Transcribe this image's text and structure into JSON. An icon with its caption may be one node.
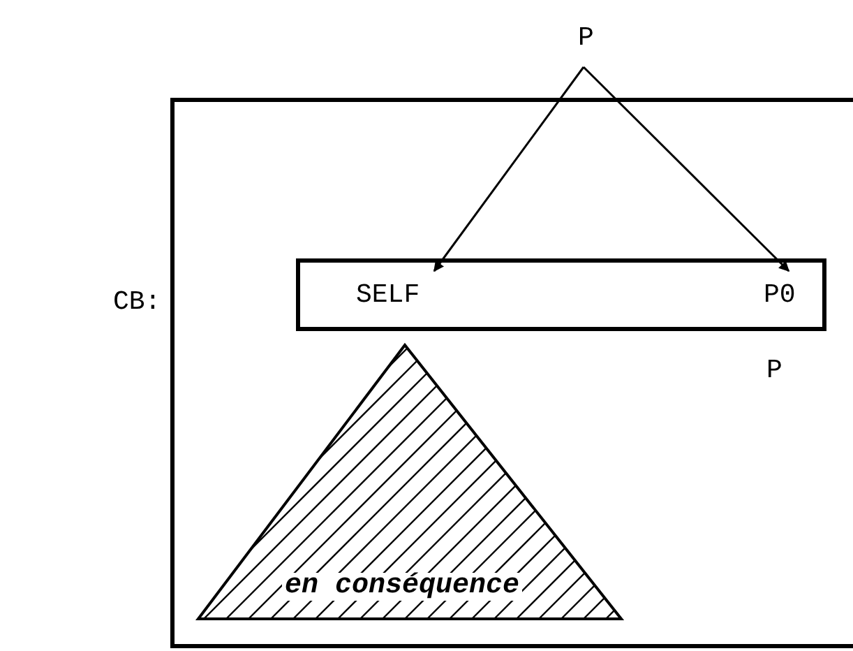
{
  "diagram": {
    "nodes": [
      {
        "text": [
          "CB:"
        ]
      },
      {
        "text": [
          "P"
        ]
      },
      {
        "text": [],
        "shape": "box",
        "in": 0
      },
      {
        "text": [
          "SELF"
        ],
        "in": 2
      },
      {
        "text": [
          "P0"
        ],
        "in": 2
      },
      {
        "text": [
          "en conséquence"
        ],
        "in": 0
      }
    ],
    "edges": [
      {
        "from": 1,
        "to": 3,
        "arrow": "to"
      },
      {
        "from": 1,
        "to": 4,
        "arrow": "to"
      }
    ],
    "labels": [
      "P"
    ]
  }
}
